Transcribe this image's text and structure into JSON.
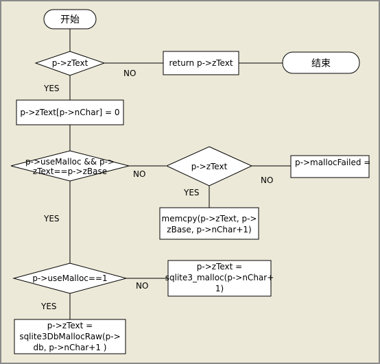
{
  "nodes": {
    "start": "开始",
    "end": "结束",
    "dec_ztext": "p->zText",
    "return_ztext": "return p->zText",
    "set_nchar": "p->zText[p->nChar] = 0",
    "dec_usemalloc_line1": "p->useMalloc && p->",
    "dec_usemalloc_line2": "zText==p->zBase",
    "dec_ztext2": "p->zText",
    "malloc_failed": "p->mallocFailed =",
    "memcpy_line1": "memcpy(p->zText, p->",
    "memcpy_line2": "zBase, p->nChar+1)",
    "dec_usemalloc1": "p->useMalloc==1",
    "sqlite3_malloc_line1": "p->zText =",
    "sqlite3_malloc_line2": "sqlite3_malloc(p->nChar+",
    "sqlite3_malloc_line3": "1)",
    "dbmalloc_line1": "p->zText =",
    "dbmalloc_line2": "sqlite3DbMallocRaw(p->",
    "dbmalloc_line3": "db, p->nChar+1 )"
  },
  "edges": {
    "no1": "NO",
    "yes1": "YES",
    "no2": "NO",
    "no3": "NO",
    "yes2": "YES",
    "yes3": "YES",
    "no4": "NO",
    "yes4": "YES"
  }
}
